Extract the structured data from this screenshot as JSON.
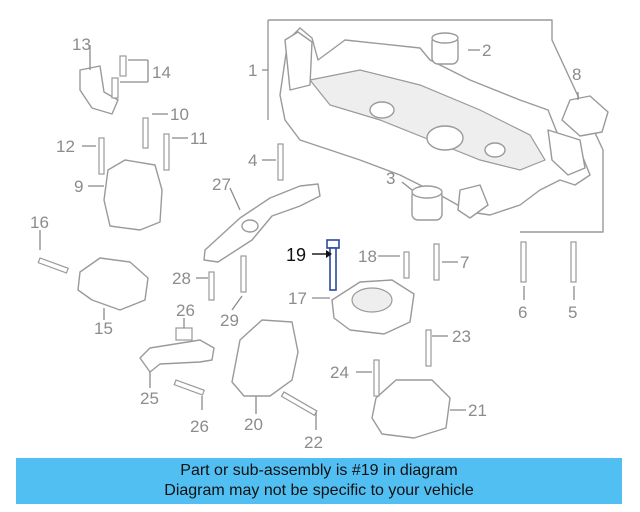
{
  "diagram": {
    "callouts": [
      "1",
      "2",
      "3",
      "4",
      "5",
      "6",
      "7",
      "8",
      "9",
      "10",
      "11",
      "12",
      "13",
      "14",
      "15",
      "16",
      "17",
      "18",
      "19",
      "20",
      "21",
      "22",
      "23",
      "24",
      "25",
      "26",
      "26",
      "27",
      "28",
      "29"
    ],
    "highlighted": "19"
  },
  "banner": {
    "line1": "Part or sub-assembly is #19 in diagram",
    "line2": "Diagram may not be specific to your vehicle",
    "color": "#52bff3"
  }
}
